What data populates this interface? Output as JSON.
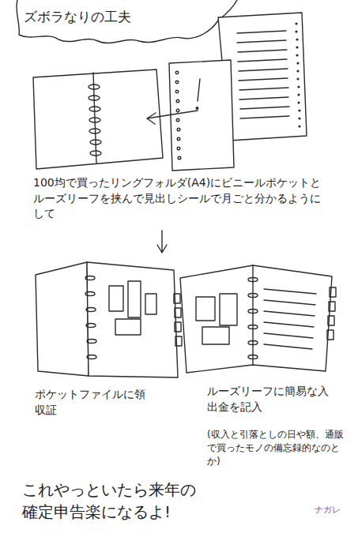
{
  "diagram": {
    "title": "ズボラなりの工夫",
    "caption": "これやっといたら来年の確定申告楽になるよ!",
    "labels": [
      "100均で買ったリングフォルダ(A4)にビニールポケットとルーズリーフを挟んで見出しシールで月ごと分かるようにして",
      "ポケットファイルに領収証",
      "ルーズリーフに簡易な入出金を記入",
      "(収入と引落としの日や額、通販で買ったモノの備忘録的なのとか)",
      "ナガレ"
    ]
  }
}
